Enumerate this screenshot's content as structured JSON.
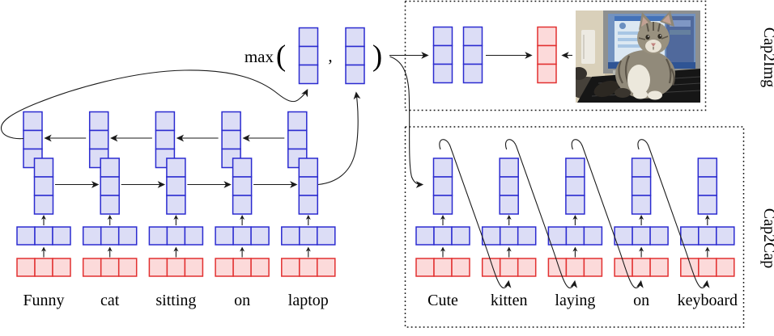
{
  "figure": {
    "max_expression": {
      "function": "max",
      "open_paren": "(",
      "separator": ",",
      "close_paren": ")"
    },
    "cap2img": {
      "label": "Cap2Img"
    },
    "cap2cap": {
      "label": "Cap2Cap"
    },
    "input_caption": {
      "words": [
        "Funny",
        "cat",
        "sitting",
        "on",
        "laptop"
      ]
    },
    "target_caption": {
      "words": [
        "Cute",
        "kitten",
        "laying",
        "on",
        "keyboard"
      ]
    },
    "photo": {
      "description": "kitten sitting on a laptop keyboard"
    },
    "colors": {
      "blue_box_fill": "#dcddf6",
      "blue_box_border": "#2b2bd0",
      "red_box_fill": "#fcdada",
      "red_box_border": "#e23030",
      "wire": "#1a1a1a"
    }
  }
}
